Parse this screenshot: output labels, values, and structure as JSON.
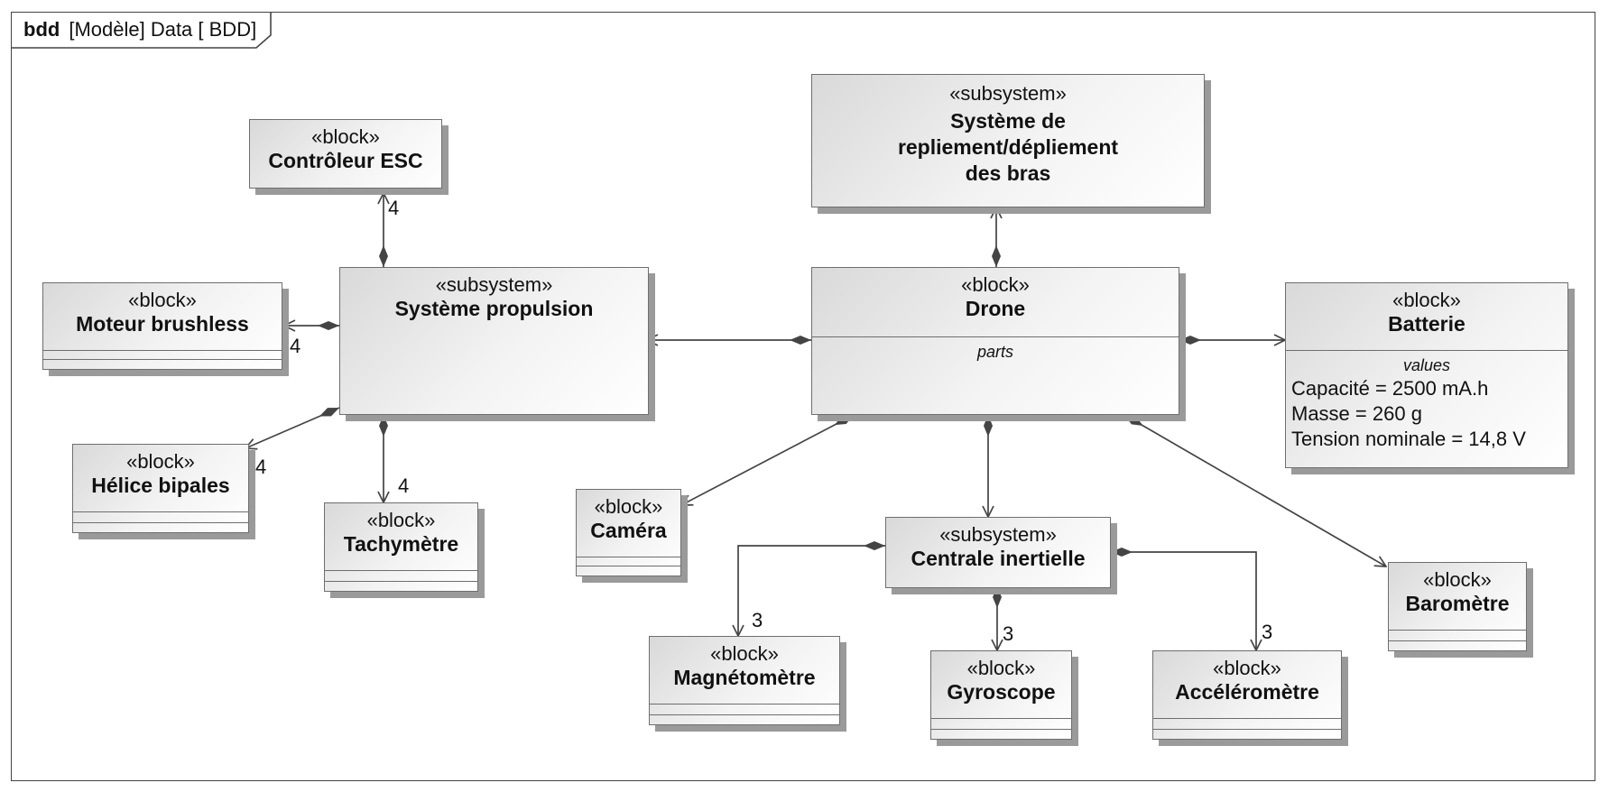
{
  "frame": {
    "kind": "bdd",
    "title": "[Modèle] Data [ BDD]"
  },
  "blocks": {
    "controleur_esc": {
      "stereotype": "«block»",
      "name": "Contrôleur ESC"
    },
    "systeme_propulsion": {
      "stereotype": "«subsystem»",
      "name": "Système propulsion"
    },
    "moteur_brushless": {
      "stereotype": "«block»",
      "name": "Moteur brushless"
    },
    "helice_bipales": {
      "stereotype": "«block»",
      "name": "Hélice bipales"
    },
    "tachymetre": {
      "stereotype": "«block»",
      "name": "Tachymètre"
    },
    "systeme_repliement": {
      "stereotype": "«subsystem»",
      "name_lines": [
        "Système de",
        "repliement/dépliement",
        "des bras"
      ]
    },
    "drone": {
      "stereotype": "«block»",
      "name": "Drone",
      "compartment": "parts"
    },
    "batterie": {
      "stereotype": "«block»",
      "name": "Batterie",
      "compartment": "values",
      "values": [
        "Capacité = 2500 mA.h",
        "Masse = 260 g",
        "Tension nominale = 14,8 V"
      ]
    },
    "camera": {
      "stereotype": "«block»",
      "name": "Caméra"
    },
    "centrale_inertielle": {
      "stereotype": "«subsystem»",
      "name": "Centrale inertielle"
    },
    "barometre": {
      "stereotype": "«block»",
      "name": "Baromètre"
    },
    "magnetometre": {
      "stereotype": "«block»",
      "name": "Magnétomètre"
    },
    "gyroscope": {
      "stereotype": "«block»",
      "name": "Gyroscope"
    },
    "accelerometre": {
      "stereotype": "«block»",
      "name": "Accéléromètre"
    }
  },
  "multiplicities": {
    "esc": "4",
    "moteur": "4",
    "helice": "4",
    "tachymetre": "4",
    "magnetometre": "3",
    "gyroscope": "3",
    "accelerometre": "3"
  }
}
